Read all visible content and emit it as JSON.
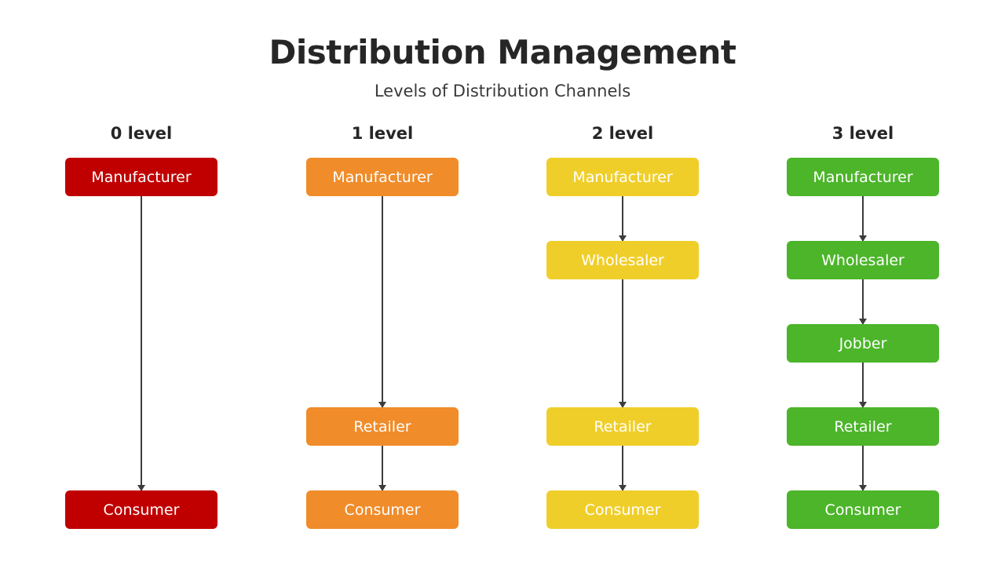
{
  "header": {
    "title": "Distribution Management",
    "subtitle": "Levels of Distribution Channels"
  },
  "columns": [
    {
      "label": "0 level",
      "color": "#C00000",
      "nodes": [
        "Manufacturer",
        "Consumer"
      ]
    },
    {
      "label": "1 level",
      "color": "#F08C2A",
      "nodes": [
        "Manufacturer",
        "Retailer",
        "Consumer"
      ]
    },
    {
      "label": "2 level",
      "color": "#F0CE2A",
      "nodes": [
        "Manufacturer",
        "Wholesaler",
        "Retailer",
        "Consumer"
      ]
    },
    {
      "label": "3 level",
      "color": "#4CB52A",
      "nodes": [
        "Manufacturer",
        "Wholesaler",
        "Jobber",
        "Retailer",
        "Consumer"
      ]
    }
  ]
}
